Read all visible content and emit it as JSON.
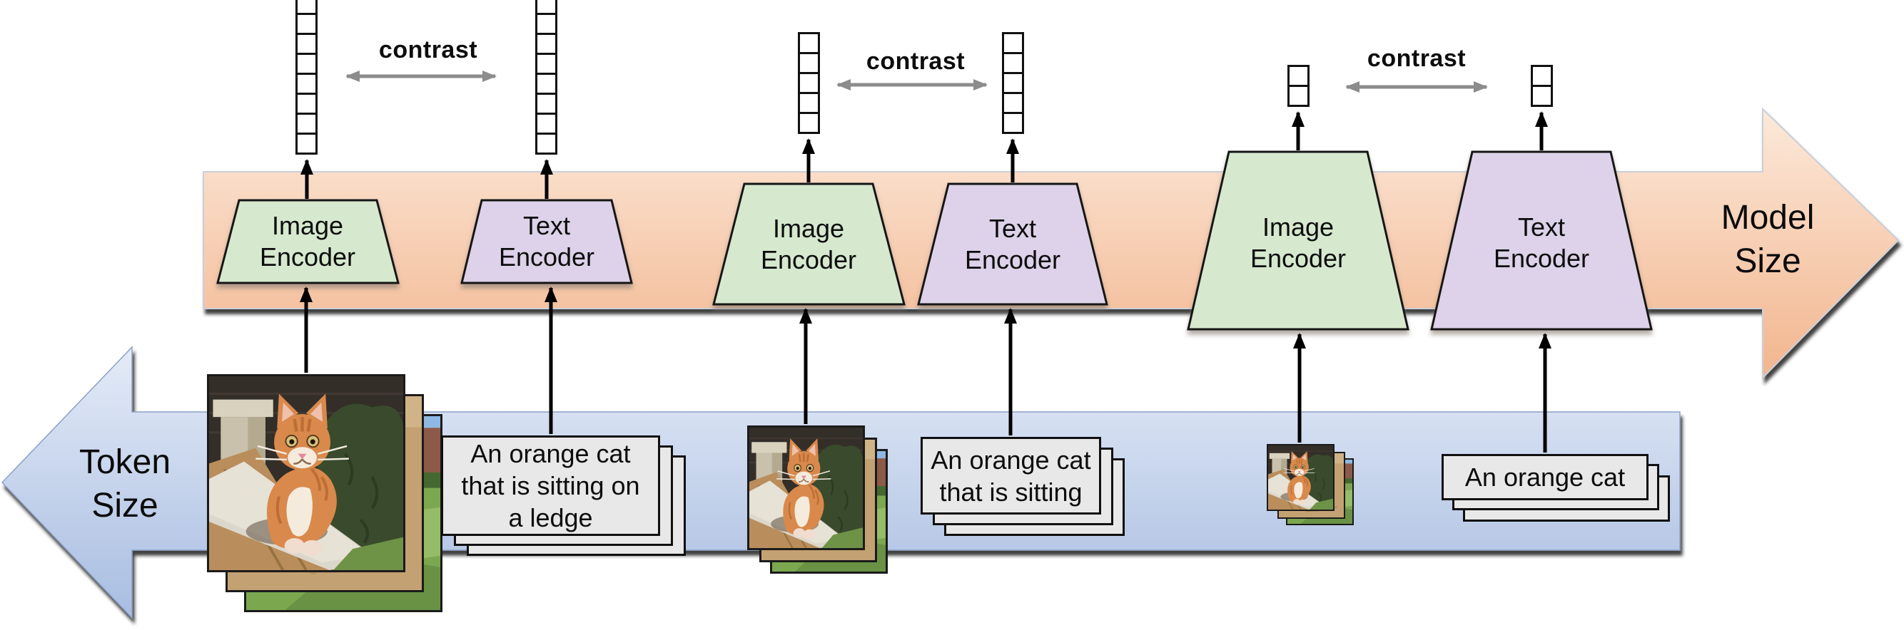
{
  "figure": {
    "model_axis_label": "Model\nSize",
    "token_axis_label": "Token\nSize",
    "stages": [
      {
        "contrast_label": "contrast",
        "image_encoder_label": "Image\nEncoder",
        "text_encoder_label": "Text\nEncoder",
        "image_token_count": 8,
        "text_token_count": 8,
        "caption": "An orange cat\nthat is sitting on\na ledge"
      },
      {
        "contrast_label": "contrast",
        "image_encoder_label": "Image\nEncoder",
        "text_encoder_label": "Text\nEncoder",
        "image_token_count": 5,
        "text_token_count": 5,
        "caption": "An orange cat\nthat is sitting"
      },
      {
        "contrast_label": "contrast",
        "image_encoder_label": "Image\nEncoder",
        "text_encoder_label": "Text\nEncoder",
        "image_token_count": 2,
        "text_token_count": 2,
        "caption": "An orange cat"
      }
    ]
  },
  "colors": {
    "model_arrow_top": "#fce9da",
    "model_arrow_bottom": "#f2b58e",
    "token_arrow_top": "#e4ebf7",
    "token_arrow_bottom": "#a8bde1",
    "image_encoder_fill": "#d6e9ce",
    "text_encoder_fill": "#ddd2e9",
    "caption_card_fill": "#e8e8e8",
    "contrast_arrow_gray": "#8c8c8c",
    "outline_black": "#141414"
  }
}
